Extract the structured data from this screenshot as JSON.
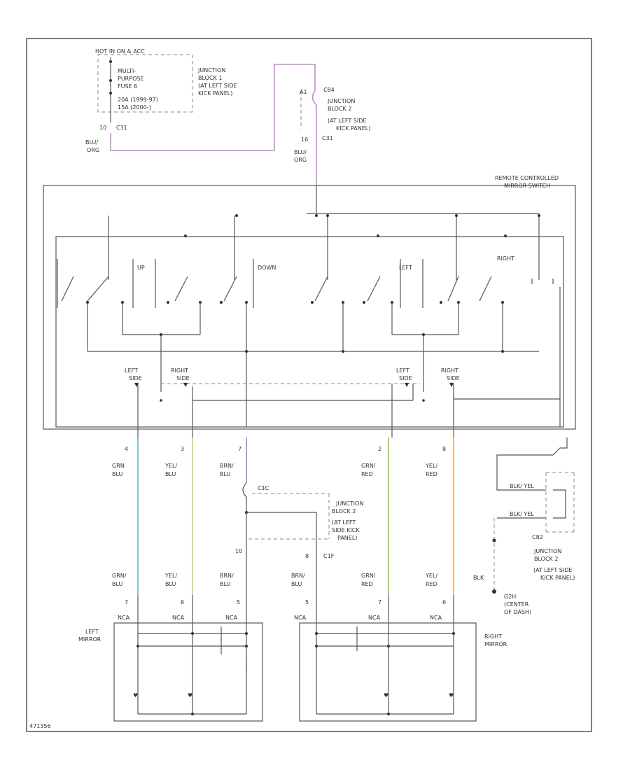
{
  "fuse_block": {
    "header": "HOT IN ON & ACC",
    "fuse_lines": [
      "MULTI-",
      "PURPOSE",
      "FUSE 6",
      "20A  (1999-97)",
      "15A  (2000-)"
    ],
    "jb_lines": [
      "JUNCTION",
      "BLOCK 1",
      "(AT LEFT SIDE",
      "KICK PANEL)"
    ],
    "pin": "10",
    "conn": "C31",
    "wire_top": "BLU/",
    "wire_bot": "ORG"
  },
  "jb2_top": {
    "conn_pin": "A1",
    "conn": "C84",
    "lines": [
      "JUNCTION",
      "BLOCK 2",
      "(AT LEFT SIDE",
      "KICK PANEL)"
    ],
    "pin": "16",
    "conn2": "C31",
    "wire_top": "BLU/",
    "wire_bot": "ORG"
  },
  "switch": {
    "title1": "REMOTE CONTROLLED",
    "title2": "MIRROR SWITCH",
    "labels": {
      "up": "UP",
      "down": "DOWN",
      "left": "LEFT",
      "right": "RIGHT"
    },
    "left_lside": "LEFT",
    "left_lside2": "SIDE",
    "left_rside": "RIGHT",
    "left_rside2": "SIDE",
    "right_lside": "LEFT",
    "right_lside2": "SIDE",
    "right_rside": "RIGHT",
    "right_rside2": "SIDE"
  },
  "wires_upper": [
    {
      "pin": "4",
      "top": "GRN",
      "bot": "BLU",
      "color": "#7fc3d4"
    },
    {
      "pin": "3",
      "top": "YEL/",
      "bot": "BLU",
      "color": "#d9de7a"
    },
    {
      "pin": "7",
      "top": "BRN/",
      "bot": "BLU",
      "color": "#a8a0e0"
    },
    {
      "pin": "2",
      "top": "GRN/",
      "bot": "RED",
      "color": "#9fd85a"
    },
    {
      "pin": "8",
      "top": "YEL/",
      "bot": "RED",
      "color": "#f2b77a"
    }
  ],
  "jb2_mid": {
    "conn": "C1C",
    "lines": [
      "JUNCTION",
      "BLOCK 2",
      "(AT LEFT",
      "SIDE KICK",
      "PANEL)"
    ],
    "pin_left": "10",
    "pin_right": "8",
    "conn2": "C1F"
  },
  "ground": {
    "wire1": "BLK/ YEL",
    "wire2": "BLK/ YEL",
    "wire3": "BLK",
    "conn": "C82",
    "jb_lines": [
      "JUNCTION",
      "BLOCK 2",
      "(AT LEFT SIDE",
      "KICK PANEL)"
    ],
    "g_label": "G2H",
    "g_lines": [
      "(CENTER",
      "OF DASH)"
    ]
  },
  "wires_lower": [
    {
      "top": "GRN/",
      "bot": "BLU",
      "pin": "7",
      "conn": "NCA"
    },
    {
      "top": "YEL/",
      "bot": "BLU",
      "pin": "6",
      "conn": "NCA"
    },
    {
      "top": "BRN/",
      "bot": "BLU",
      "pin": "5",
      "conn": "NCA"
    },
    {
      "top": "BRN/",
      "bot": "BLU",
      "pin": "5",
      "conn": "NCA"
    },
    {
      "top": "GRN/",
      "bot": "RED",
      "pin": "7",
      "conn": "NCA"
    },
    {
      "top": "YEL/",
      "bot": "RED",
      "pin": "6",
      "conn": "NCA"
    }
  ],
  "mirrors": {
    "left1": "LEFT",
    "left2": "MIRROR",
    "right1": "RIGHT",
    "right2": "MIRROR"
  },
  "footer": "471356"
}
